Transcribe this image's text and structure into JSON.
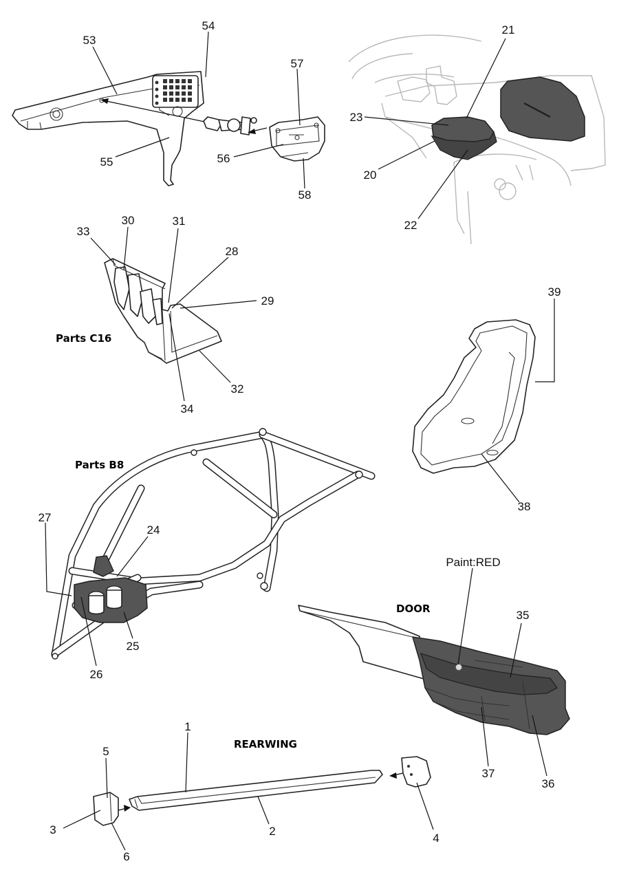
{
  "labels": {
    "1": "1",
    "2": "2",
    "3": "3",
    "4": "4",
    "5": "5",
    "6": "6",
    "20": "20",
    "21": "21",
    "22": "22",
    "23": "23",
    "24": "24",
    "25": "25",
    "26": "26",
    "27": "27",
    "28": "28",
    "29": "29",
    "30": "30",
    "31": "31",
    "32": "32",
    "33": "33",
    "34": "34",
    "35": "35",
    "36": "36",
    "37": "37",
    "38": "38",
    "39": "39",
    "53": "53",
    "54": "54",
    "55": "55",
    "56": "56",
    "57": "57",
    "58": "58"
  },
  "titles": {
    "parts_c16": "Parts C16",
    "parts_b8": "Parts B8",
    "door": "DOOR",
    "rearwing": "REARWING"
  },
  "notes": {
    "paint": "Paint:RED"
  },
  "colors": {
    "line": "#222222",
    "shade": "#555555",
    "faint": "#b8b8b8"
  }
}
